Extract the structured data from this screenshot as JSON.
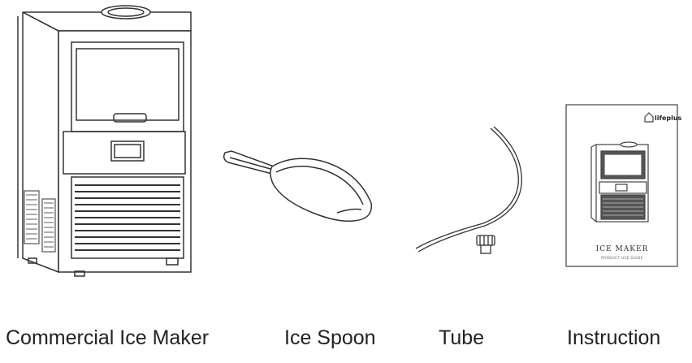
{
  "items": [
    {
      "caption": "Commercial Ice Maker"
    },
    {
      "caption": "Ice Spoon"
    },
    {
      "caption": "Tube"
    },
    {
      "caption": "Instruction"
    }
  ],
  "booklet": {
    "brand": "lifeplus",
    "title": "ICE MAKER",
    "subtitle": "PRODUCT USE GUIDE"
  }
}
